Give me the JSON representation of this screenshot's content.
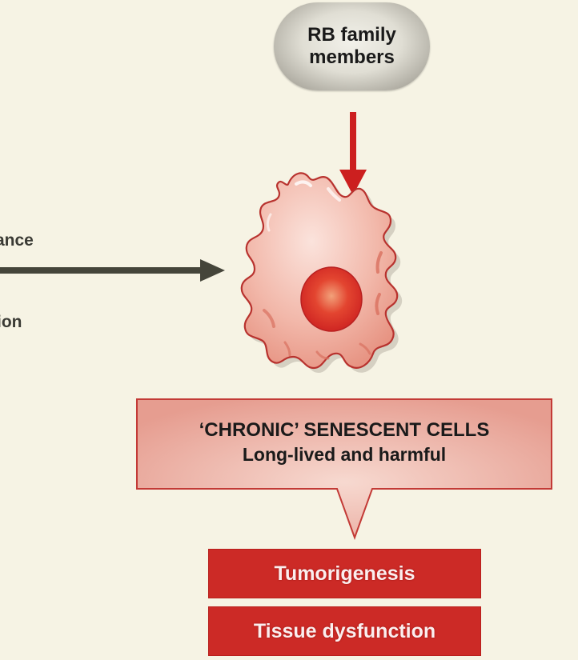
{
  "colors": {
    "background": "#f6f3e4",
    "dark_arrow": "#45453a",
    "red_arrow": "#cc1f1f",
    "cell_fill": "#f0b6a8",
    "cell_outline": "#b8322e",
    "nucleus": "#d92b24",
    "chronic_box_fill": "#eaa89c",
    "chronic_box_border": "#c33a36",
    "outcome_fill": "#cc2a26",
    "outcome_text": "#fbeeee"
  },
  "left_labels": [
    "ance",
    "ion"
  ],
  "regulator": {
    "line1": "RB family",
    "line2": "members"
  },
  "chronic_box": {
    "title": "‘CHRONIC’ SENESCENT CELLS",
    "subtitle": "Long-lived and harmful"
  },
  "outcomes": [
    "Tumorigenesis",
    "Tissue dysfunction"
  ]
}
